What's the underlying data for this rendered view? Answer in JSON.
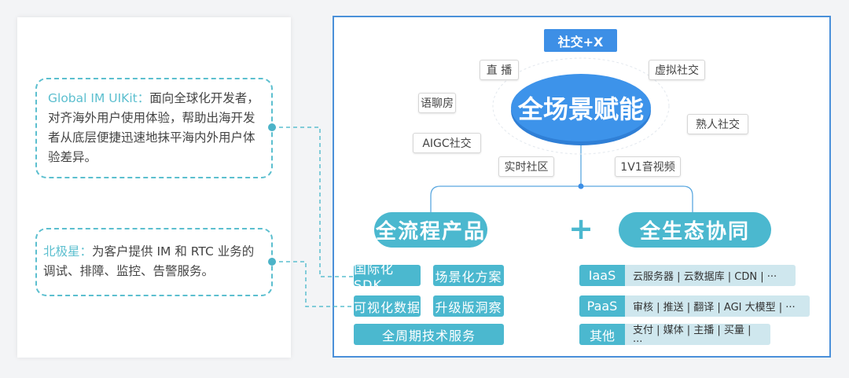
{
  "left": {
    "box1": {
      "highlight": "Global IM UIKit：",
      "text": "面向全球化开发者，对齐海外用户使用体验，帮助出海开发者从底层便捷迅速地抹平海内外用户体验差异。"
    },
    "box2": {
      "highlight": "北极星：",
      "text": "为客户提供 IM 和 RTC 业务的调试、排障、监控、告警服务。"
    }
  },
  "top": {
    "badge": "社交+X",
    "center": "全场景赋能",
    "tags": [
      "直 播",
      "虚拟社交",
      "语聊房",
      "熟人社交",
      "AIGC社交",
      "实时社区",
      "1V1音视频"
    ]
  },
  "products": {
    "title": "全流程产品",
    "items": [
      "国际化 SDK",
      "场景化方案",
      "可视化数据",
      "升级版洞察",
      "全周期技术服务"
    ]
  },
  "plus": "+",
  "eco": {
    "title": "全生态协同",
    "rows": [
      {
        "label": "IaaS",
        "desc": "云服务器 | 云数据库 | CDN | ···"
      },
      {
        "label": "PaaS",
        "desc": "审核 | 推送 | 翻译 | AGI 大模型 | ···"
      },
      {
        "label": "其他",
        "desc": "支付 | 媒体 | 主播 | 买量 | ···"
      }
    ]
  },
  "colors": {
    "teal": "#4bb8cf",
    "blue": "#3d8fe6",
    "frame": "#4a90d9"
  }
}
